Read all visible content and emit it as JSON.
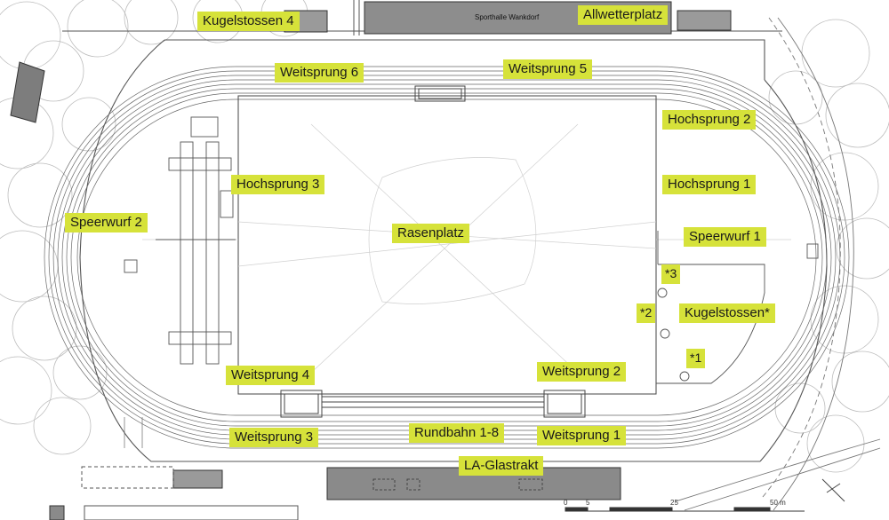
{
  "map": {
    "labels": {
      "kugelstossen_4": "Kugelstossen 4",
      "allwetterplatz": "Allwetterplatz",
      "sporthalle": "Sporthalle Wankdorf",
      "weitsprung_6": "Weitsprung 6",
      "weitsprung_5": "Weitsprung 5",
      "hochsprung_2": "Hochsprung 2",
      "hochsprung_3": "Hochsprung 3",
      "hochsprung_1": "Hochsprung 1",
      "speerwurf_2": "Speerwurf 2",
      "rasenplatz": "Rasenplatz",
      "speerwurf_1": "Speerwurf 1",
      "star_3": "*3",
      "star_2": "*2",
      "kugelstossen_star": "Kugelstossen*",
      "star_1": "*1",
      "weitsprung_4": "Weitsprung 4",
      "weitsprung_2": "Weitsprung 2",
      "weitsprung_3": "Weitsprung 3",
      "rundbahn": "Rundbahn 1-8",
      "weitsprung_1": "Weitsprung 1",
      "la_glastrakt": "LA-Glastrakt"
    },
    "scale_bar": {
      "ticks": [
        "0",
        "5",
        "25",
        "50 m"
      ]
    },
    "colors": {
      "label_bg": "#d6e23a",
      "building": "#8a8a8a",
      "line": "#555555",
      "tree": "#b5b5b5"
    }
  }
}
